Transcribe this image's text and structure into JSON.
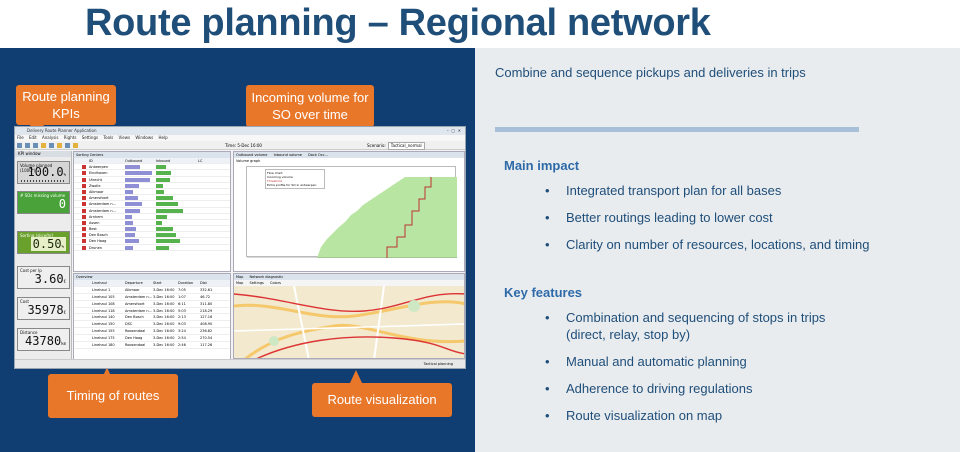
{
  "slide": {
    "title": "Route planning – Regional network",
    "subtitle": "Combine and sequence pickups and deliveries in trips"
  },
  "main_impact": {
    "heading": "Main impact",
    "items": [
      "Integrated transport plan for all bases",
      "Better routings leading to lower cost",
      "Clarity on number of resources, locations, and timing"
    ]
  },
  "key_features": {
    "heading": "Key features",
    "items": [
      "Combination and sequencing of stops in trips (direct, relay, stop by)",
      "Manual and automatic planning",
      "Adherence to driving regulations",
      "Route visualization on map"
    ]
  },
  "callouts": {
    "kpis": "Route planning KPIs",
    "volume": "Incoming volume for SO over time",
    "timing": "Timing of routes",
    "visualization": "Route visualization"
  },
  "app": {
    "title": "Delivery Route Planner Application",
    "menu": [
      "File",
      "Edit",
      "Analysis",
      "Rights",
      "Settings",
      "Tools",
      "Views",
      "Windows",
      "Help"
    ],
    "time": "Time: 5-Dec 16:00",
    "scenario_label": "Scenario:",
    "scenario_value": "Tactical_normal",
    "kpi_tab": "KPI window",
    "kpis": [
      {
        "label": "Volume planned (1000*)",
        "value": "100.0",
        "unit": "%"
      },
      {
        "label": "# SOs missing volume",
        "value": "0",
        "unit": ""
      },
      {
        "label": "Sorting (slice/hr)",
        "value": "0.50",
        "unit": "%"
      },
      {
        "label": "Cost per lp",
        "value": "3.60",
        "unit": "€"
      },
      {
        "label": "Cost",
        "value": "35978",
        "unit": "€"
      },
      {
        "label": "Distance",
        "value": "43780",
        "unit": "km"
      }
    ],
    "locations_tabs": [
      "Sorting Centers"
    ],
    "locations_headers": [
      "ID",
      "Outbound",
      "Inbound",
      "LC"
    ],
    "locations": [
      {
        "name": "Antwerpen",
        "out": 0.55,
        "in": 0.35
      },
      {
        "name": "Eindhoven",
        "out": 0.95,
        "in": 0.55
      },
      {
        "name": "Utrecht",
        "out": 0.9,
        "in": 0.5
      },
      {
        "name": "Zwolle",
        "out": 0.5,
        "in": 0.25
      },
      {
        "name": "Alkmaar",
        "out": 0.3,
        "in": 0.3
      },
      {
        "name": "Amersfoort",
        "out": 0.45,
        "in": 0.6
      },
      {
        "name": "Amsterdam n...",
        "out": 0.6,
        "in": 0.8
      },
      {
        "name": "Amsterdam n...",
        "out": 0.55,
        "in": 0.95
      },
      {
        "name": "Arnhem",
        "out": 0.25,
        "in": 0.4
      },
      {
        "name": "Assen",
        "out": 0.3,
        "in": 0.2
      },
      {
        "name": "Best",
        "out": 0.4,
        "in": 0.6
      },
      {
        "name": "Den Bosch",
        "out": 0.35,
        "in": 0.7
      },
      {
        "name": "Den Haag",
        "out": 0.5,
        "in": 0.85
      },
      {
        "name": "Drunen",
        "out": 0.3,
        "in": 0.45
      }
    ],
    "volume_tabs": [
      "Outbound volume",
      "Inbound volume",
      "Dock Occ..."
    ],
    "volume_title": "Volume graph",
    "volume_legend": [
      "Flow chart",
      "Incoming volume",
      "Threshold",
      "Extra profile for SO in antwerpen"
    ],
    "routes_tab": "Overview",
    "routes_headers": [
      "Linehaul",
      "Departure",
      "Start",
      "Duration",
      "Dist"
    ],
    "routes": [
      [
        "Linehaul 1",
        "Alkmaar",
        "3-Dec 16:00",
        "7:05",
        "332.61"
      ],
      [
        "Linehaul 105",
        "Amsterdam n...",
        "3-Dec 16:00",
        "1:07",
        "46.72"
      ],
      [
        "Linehaul 108",
        "Amersfoort",
        "3-Dec 16:00",
        "6:11",
        "311.80"
      ],
      [
        "Linehaul 118",
        "Amsterdam n...",
        "3-Dec 16:00",
        "5:03",
        "218.29"
      ],
      [
        "Linehaul 140",
        "Den Bosch",
        "3-Dec 16:00",
        "2:13",
        "127.16"
      ],
      [
        "Linehaul 150",
        "DSC",
        "3-Dec 16:00",
        "9:03",
        "408.90"
      ],
      [
        "Linehaul 155",
        "Roosendaal",
        "3-Dec 16:00",
        "3:24",
        "236.82"
      ],
      [
        "Linehaul 175",
        "Den Haag",
        "3-Dec 16:00",
        "2:54",
        "270.54"
      ],
      [
        "Linehaul 180",
        "Roosendaal",
        "3-Dec 16:00",
        "2:46",
        "117.26"
      ]
    ],
    "map_tabs": [
      "Map",
      "Network diagnostic"
    ],
    "map_menu": [
      "Map",
      "Settings",
      "Colors"
    ],
    "status": "Tactical planning"
  }
}
